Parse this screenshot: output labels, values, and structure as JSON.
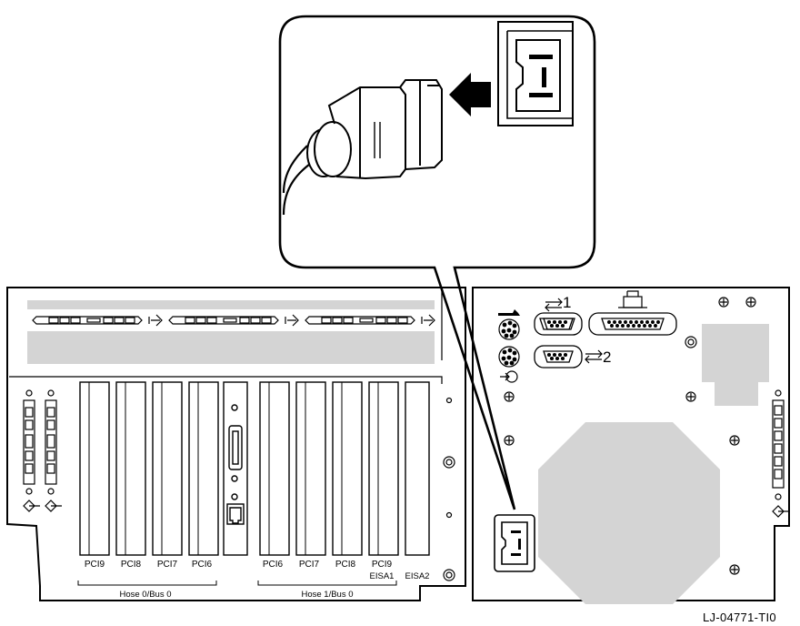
{
  "figure_code": "LJ-04771-TI0",
  "hose_labels": [
    "Hose 0/Bus 0",
    "Hose 1/Bus 0"
  ],
  "hose0_slots": [
    "PCI9",
    "PCI8",
    "PCI7",
    "PCI6"
  ],
  "hose1_slots": [
    "PCI6",
    "PCI7",
    "PCI8",
    "PCI9"
  ],
  "eisa_slots": [
    "EISA1",
    "EISA2"
  ],
  "serial_ports": [
    "1",
    "2"
  ],
  "icons": [
    "keyboard-icon",
    "mouse-icon",
    "printer-icon",
    "serial-port-icon",
    "power-plug-icon",
    "ac-inlet-icon",
    "arrow-insert-icon"
  ],
  "colors": {
    "line": "#000000",
    "fill_gray": "#d4d4d4",
    "background": "#ffffff"
  }
}
